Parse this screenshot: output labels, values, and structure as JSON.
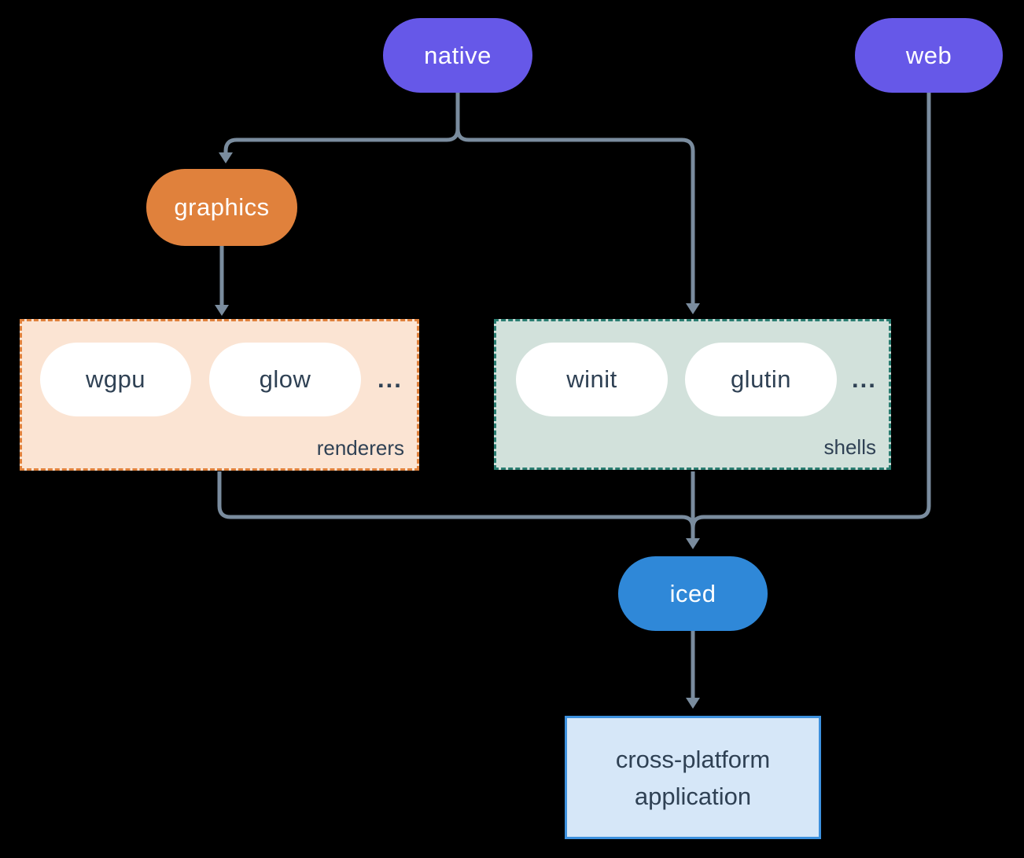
{
  "colors": {
    "bg": "#000000",
    "connector": "#7A8C9E",
    "node_purple": "#6658E8",
    "node_orange": "#E0813C",
    "node_blue": "#2F88D8",
    "pill_white": "#FFFFFF",
    "text_dark": "#2F4154",
    "renderers_fill": "#FBE4D3",
    "renderers_border": "#E0813C",
    "shells_fill": "#D2E1DB",
    "shells_border": "#2A7D71",
    "app_fill": "#D6E7F8",
    "app_border": "#3D91DE"
  },
  "nodes": {
    "native": {
      "label": "native"
    },
    "web": {
      "label": "web"
    },
    "graphics": {
      "label": "graphics"
    },
    "iced": {
      "label": "iced"
    },
    "application": {
      "line1": "cross-platform",
      "line2": "application"
    }
  },
  "groups": {
    "renderers": {
      "label": "renderers",
      "items": [
        "wgpu",
        "glow"
      ],
      "more": "..."
    },
    "shells": {
      "label": "shells",
      "items": [
        "winit",
        "glutin"
      ],
      "more": "..."
    }
  }
}
